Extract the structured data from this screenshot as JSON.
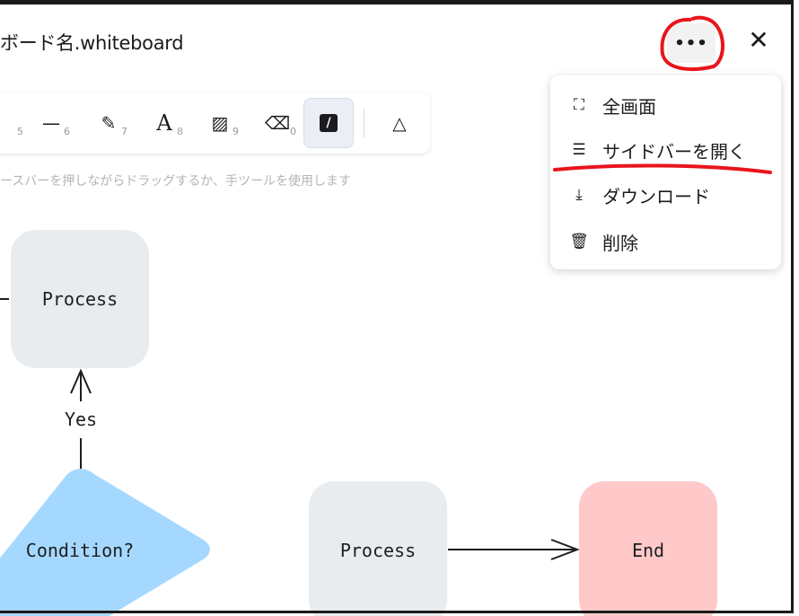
{
  "header": {
    "title": "ボード名.whiteboard",
    "more_label": "•••",
    "close_label": "✕"
  },
  "toolbar": {
    "tools": [
      {
        "name": "rectangle",
        "key": "5",
        "icon": ""
      },
      {
        "name": "line",
        "key": "6",
        "icon": "—"
      },
      {
        "name": "pencil",
        "key": "7",
        "icon": "✎"
      },
      {
        "name": "text",
        "key": "8",
        "icon": "A"
      },
      {
        "name": "image",
        "key": "9",
        "icon": "▨"
      },
      {
        "name": "eraser",
        "key": "0",
        "icon": "⌫"
      },
      {
        "name": "laser",
        "key": "",
        "icon": "/"
      },
      {
        "name": "shapes",
        "key": "",
        "icon": "△"
      }
    ]
  },
  "hint": "ースバーを押しながらドラッグするか、手ツールを使用します",
  "menu": {
    "items": [
      {
        "label": "全画面",
        "icon": "fullscreen-icon"
      },
      {
        "label": "サイドバーを開く",
        "icon": "sidebar-icon"
      },
      {
        "label": "ダウンロード",
        "icon": "download-icon"
      },
      {
        "label": "削除",
        "icon": "trash-icon"
      }
    ]
  },
  "diagram": {
    "process_top": "Process",
    "yes": "Yes",
    "condition": "Condition?",
    "process_bottom": "Process",
    "end": "End"
  },
  "colors": {
    "process": "#e9ecef",
    "condition": "#a5d8ff",
    "end": "#ffc9c9",
    "annotation": "#e8151b"
  }
}
